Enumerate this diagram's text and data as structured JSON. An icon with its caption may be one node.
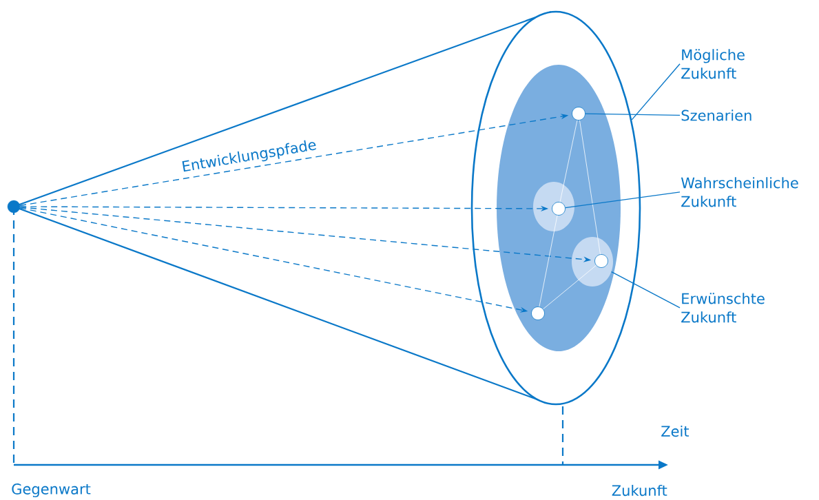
{
  "diagram": {
    "nodes": [
      {
        "text": [],
        "shape": "circle"
      },
      {
        "text": [],
        "shape": "ellipse"
      },
      {
        "text": [],
        "shape": "ellipse",
        "in": 1
      },
      {
        "text": [],
        "shape": "ellipse",
        "in": 2
      },
      {
        "text": [],
        "shape": "ellipse",
        "in": 2
      },
      {
        "text": [],
        "shape": "circle",
        "in": 2
      },
      {
        "text": [],
        "shape": "circle",
        "in": 3
      },
      {
        "text": [],
        "shape": "circle",
        "in": 4
      },
      {
        "text": [],
        "shape": "circle",
        "in": 2
      },
      {
        "text": [
          "Mögliche Zukunft"
        ]
      },
      {
        "text": [
          "Szenarien"
        ]
      },
      {
        "text": [
          "Wahrscheinliche Zukunft"
        ]
      },
      {
        "text": [
          "Erwünschte Zukunft"
        ]
      }
    ],
    "edges": [
      {
        "from": 0,
        "to": 5,
        "arrow": "to",
        "style": "dashed",
        "label": "Entwicklungspfade"
      },
      {
        "from": 0,
        "to": 6,
        "arrow": "to",
        "style": "dashed"
      },
      {
        "from": 0,
        "to": 7,
        "arrow": "to",
        "style": "dashed"
      },
      {
        "from": 0,
        "to": 8,
        "arrow": "to",
        "style": "dashed"
      },
      {
        "from": 5,
        "to": 6,
        "arrow": "none",
        "color": "#ffffff"
      },
      {
        "from": 6,
        "to": 8,
        "arrow": "none",
        "color": "#ffffff"
      },
      {
        "from": 5,
        "to": 7,
        "arrow": "none",
        "color": "#ffffff"
      },
      {
        "from": 7,
        "to": 8,
        "arrow": "none",
        "color": "#ffffff"
      },
      {
        "from": 9,
        "to": 1,
        "arrow": "none"
      },
      {
        "from": 10,
        "to": 5,
        "arrow": "none"
      },
      {
        "from": 11,
        "to": 6,
        "arrow": "none"
      },
      {
        "from": 12,
        "to": 4,
        "arrow": "none"
      }
    ],
    "labels": [
      "Zeit",
      "Gegenwart",
      "Zukunft"
    ]
  }
}
